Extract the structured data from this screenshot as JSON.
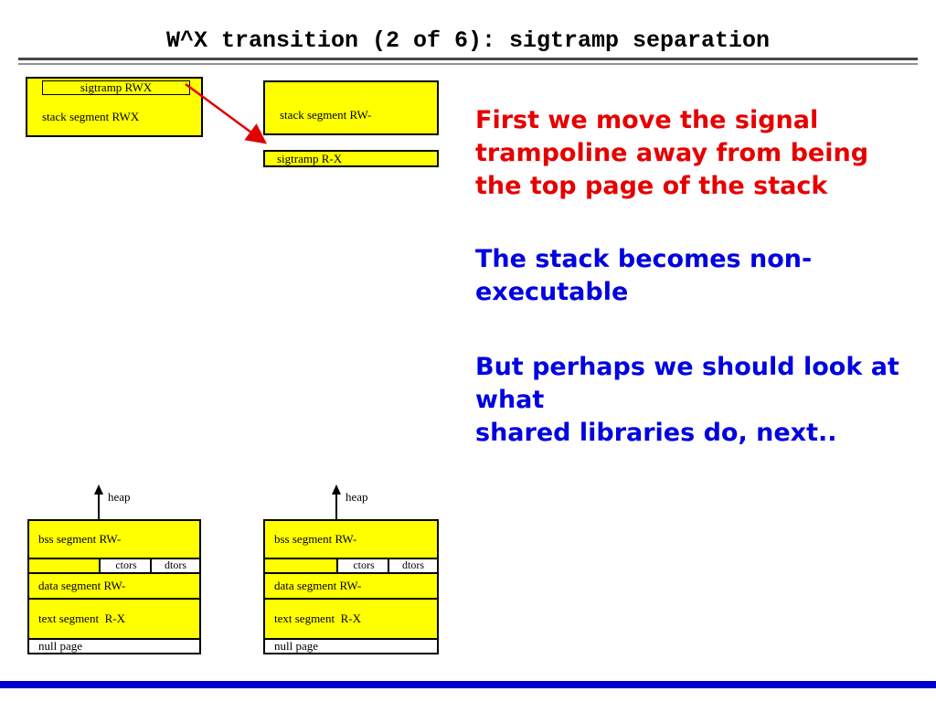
{
  "title": "W^X transition (2 of 6): sigtramp separation",
  "top_diagram": {
    "stack_rwx_label": "stack segment RWX",
    "sigtramp_rwx_label": "sigtramp RWX",
    "stack_rw_label": "stack segment RW-",
    "sigtramp_rx_label": "sigtramp R-X"
  },
  "notes": {
    "red_lines": [
      "First we move the signal",
      "trampoline away from being",
      "the top page of the stack"
    ],
    "blue_line": "The stack becomes non-executable",
    "blue_lines2": [
      "But perhaps we should look at what",
      "shared libraries do, next.."
    ]
  },
  "memory_map": {
    "heap_label": "heap",
    "bss_label": "bss segment RW-",
    "ctors_label": "ctors",
    "dtors_label": "dtors",
    "data_label": "data segment RW-",
    "text_label": "text segment  R-X",
    "null_label": "null page"
  },
  "colors": {
    "box_yellow": "#ffff00",
    "arrow_red": "#e00000",
    "note_red": "#e60000",
    "note_blue": "#0000e0",
    "footer_blue": "#0000cc"
  }
}
